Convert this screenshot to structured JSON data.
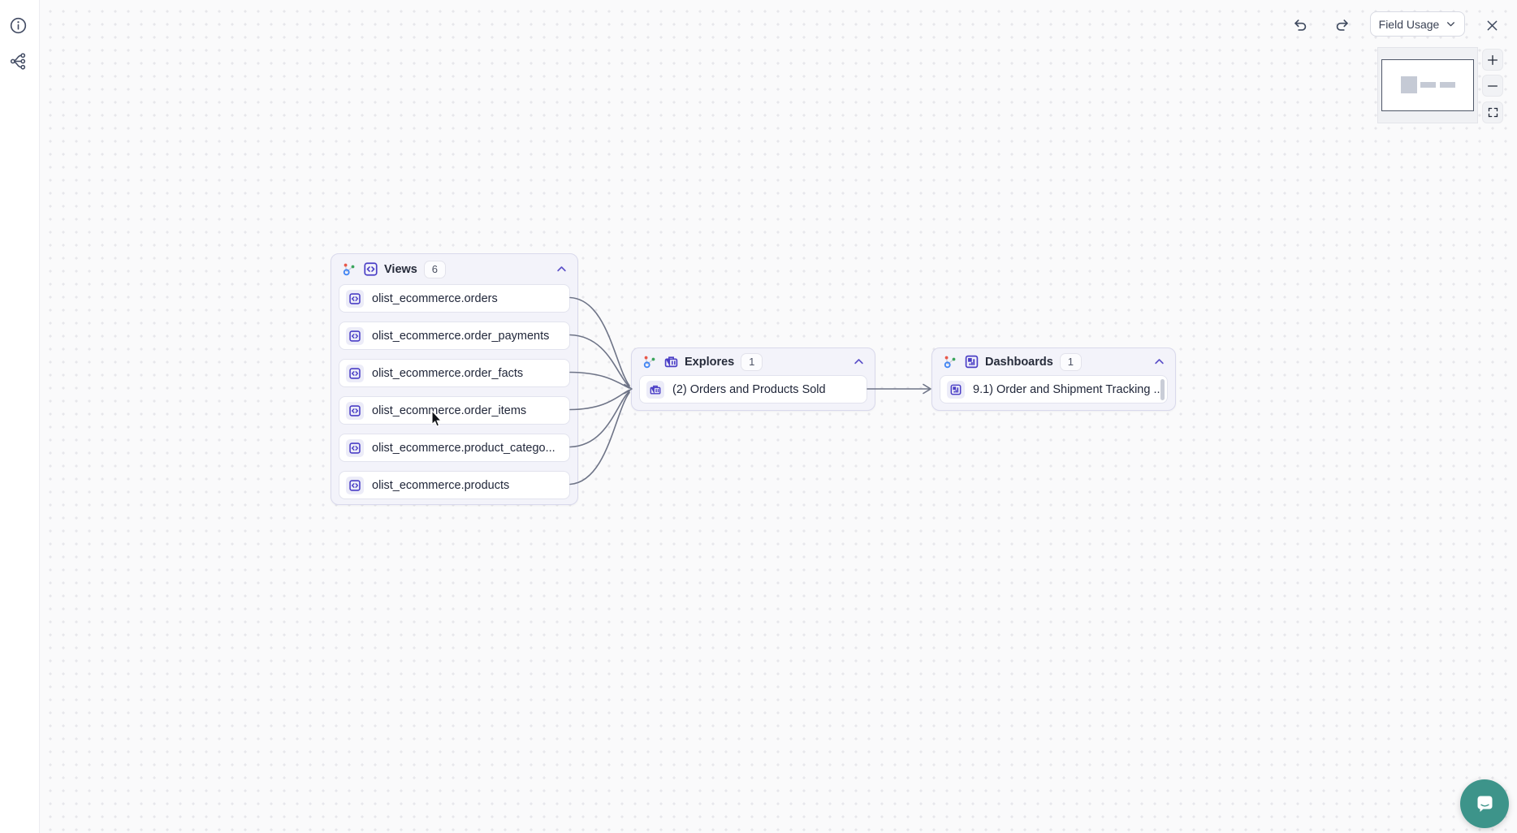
{
  "toolbar": {
    "field_usage_label": "Field Usage"
  },
  "graph": {
    "views": {
      "title": "Views",
      "count": "6",
      "items": [
        "olist_ecommerce.orders",
        "olist_ecommerce.order_payments",
        "olist_ecommerce.order_facts",
        "olist_ecommerce.order_items",
        "olist_ecommerce.product_catego...",
        "olist_ecommerce.products"
      ]
    },
    "explores": {
      "title": "Explores",
      "count": "1",
      "items": [
        "(2) Orders and Products Sold"
      ]
    },
    "dashboards": {
      "title": "Dashboards",
      "count": "1",
      "items": [
        "9.1) Order and Shipment Tracking ..."
      ]
    }
  },
  "icons": {
    "sidebar": [
      "info-icon",
      "lineage-graph-icon"
    ],
    "toolbar": [
      "undo-icon",
      "redo-icon",
      "chevron-down-icon",
      "close-icon"
    ],
    "zoom_controls": [
      "zoom-in-icon",
      "zoom-out-icon",
      "fit-screen-icon"
    ],
    "panel_headers": [
      "lineage-color-icon",
      "view-code-icon",
      "explore-icon",
      "dashboard-icon",
      "chevron-up-icon"
    ],
    "chat": "chat-bubble-icon"
  },
  "colors": {
    "accent_indigo": "#4b3fc6",
    "connector": "#6e7487",
    "panel_bg": "#f3f3fa",
    "panel_border": "#d9d9ec",
    "canvas_bg": "#fafafb",
    "canvas_dot": "#e7e7eb",
    "chat_teal": "#3d948a",
    "minimap_shape": "#c5cad5"
  }
}
